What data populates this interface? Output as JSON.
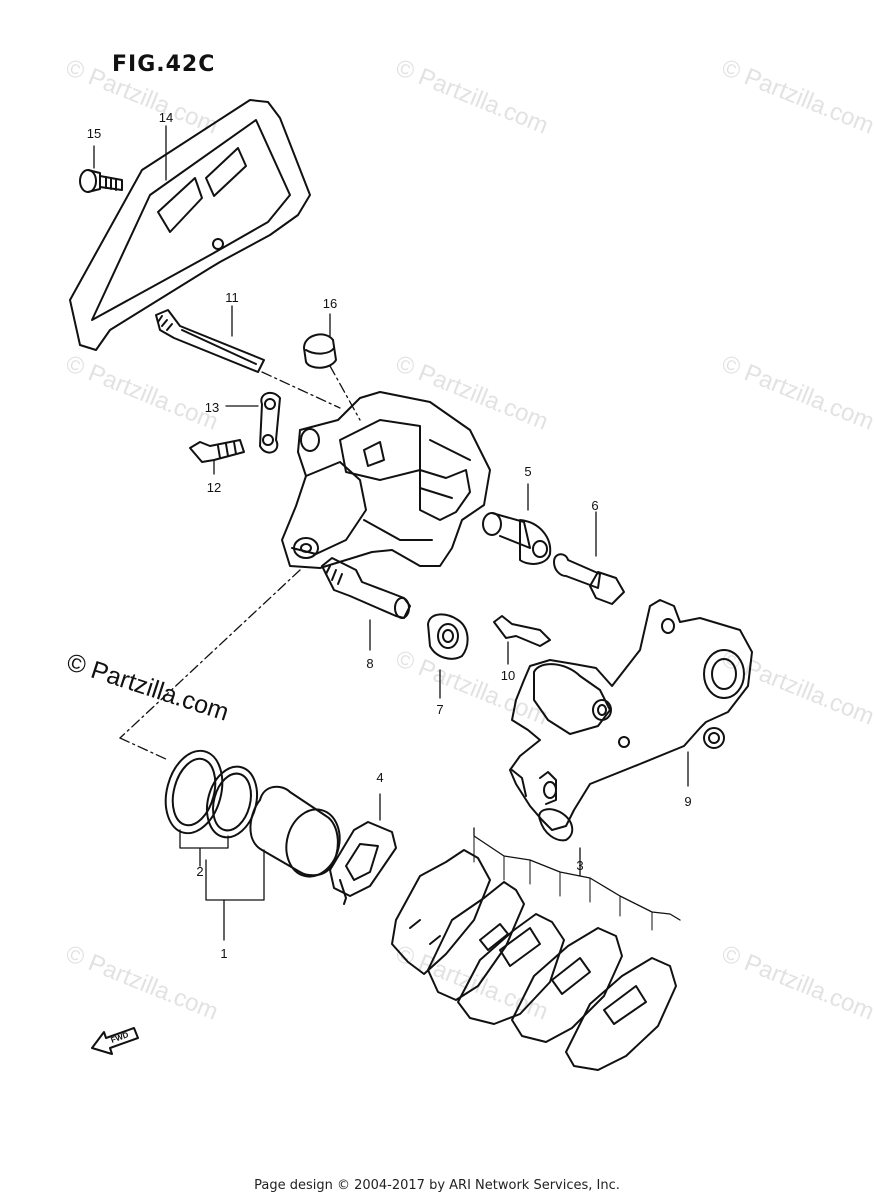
{
  "figure": {
    "title": "FIG.42C"
  },
  "callouts": [
    {
      "id": "c15",
      "text": "15"
    },
    {
      "id": "c14",
      "text": "14"
    },
    {
      "id": "c11",
      "text": "11"
    },
    {
      "id": "c16",
      "text": "16"
    },
    {
      "id": "c13",
      "text": "13"
    },
    {
      "id": "c12",
      "text": "12"
    },
    {
      "id": "c5",
      "text": "5"
    },
    {
      "id": "c6",
      "text": "6"
    },
    {
      "id": "c8",
      "text": "8"
    },
    {
      "id": "c10",
      "text": "10"
    },
    {
      "id": "c7",
      "text": "7"
    },
    {
      "id": "c9",
      "text": "9"
    },
    {
      "id": "c4",
      "text": "4"
    },
    {
      "id": "c3",
      "text": "3"
    },
    {
      "id": "c2",
      "text": "2"
    },
    {
      "id": "c1",
      "text": "1"
    }
  ],
  "watermark": {
    "small": "© Partzilla.com",
    "large": "© Partzilla.com"
  },
  "fwd_label": "FWD",
  "footer": {
    "text": "Page design © 2004-2017 by ARI Network Services, Inc."
  }
}
